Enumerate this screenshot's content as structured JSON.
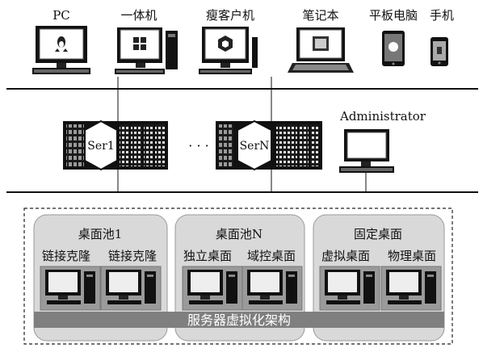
{
  "devices": [
    {
      "name": "PC",
      "icon": "linux-monitor-icon"
    },
    {
      "name": "一体机",
      "icon": "windows-all-in-one-icon"
    },
    {
      "name": "瘦客户机",
      "icon": "thin-client-icon"
    },
    {
      "name": "笔记本",
      "icon": "laptop-icon"
    },
    {
      "name": "平板电脑",
      "icon": "tablet-icon"
    },
    {
      "name": "手机",
      "icon": "phone-icon"
    }
  ],
  "servers": {
    "first": "Ser1",
    "ellipsis": "· · ·",
    "last": "SerN"
  },
  "admin": "Administrator",
  "pools": [
    {
      "title": "桌面池1",
      "items": [
        "链接克隆",
        "链接克隆"
      ]
    },
    {
      "title": "桌面池N",
      "items": [
        "独立桌面",
        "域控桌面"
      ]
    },
    {
      "title": "固定桌面",
      "items": [
        "虚拟桌面",
        "物理桌面"
      ]
    }
  ],
  "virtualization_bar": "服务器虚拟化架构",
  "colors": {
    "line": "#000000",
    "panel_fill": "#d9d9d9",
    "bar_fill": "#7f7f7f",
    "bar_text": "#ffffff",
    "rack": "#1a1a1a"
  }
}
